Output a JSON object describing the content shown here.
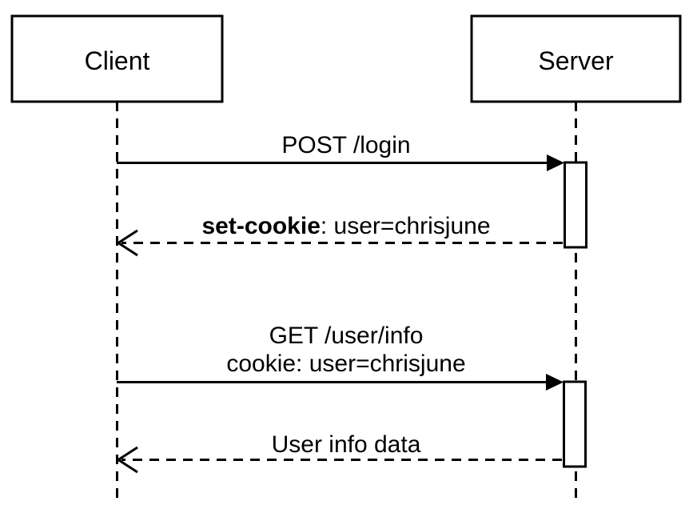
{
  "diagram": {
    "type": "sequence-diagram",
    "colors": {
      "line": "#000000",
      "background": "#ffffff",
      "text": "#000000"
    },
    "actors": [
      {
        "label": "Client"
      },
      {
        "label": "Server"
      }
    ],
    "messages": [
      {
        "label": "POST /login",
        "style": "solid",
        "direction": "client-to-server"
      },
      {
        "label_bold": "set-cookie",
        "label_rest": ": user=chrisjune",
        "style": "dashed",
        "direction": "server-to-client"
      },
      {
        "label_line1": "GET /user/info",
        "label_line2": "cookie: user=chrisjune",
        "style": "solid",
        "direction": "client-to-server"
      },
      {
        "label": "User info data",
        "style": "dashed",
        "direction": "server-to-client"
      }
    ]
  }
}
